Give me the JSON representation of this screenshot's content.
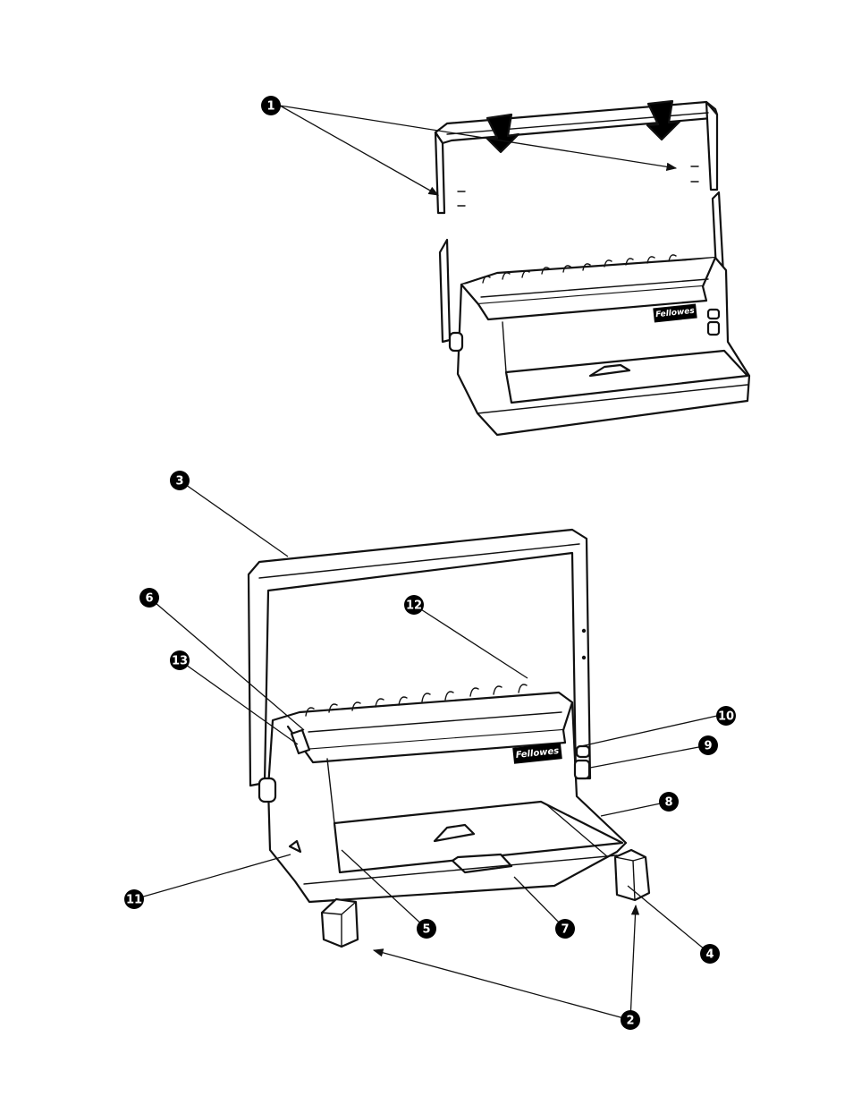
{
  "brand": "Fellowes",
  "callouts": [
    "1",
    "2",
    "3",
    "4",
    "5",
    "6",
    "7",
    "8",
    "9",
    "10",
    "11",
    "12",
    "13"
  ]
}
